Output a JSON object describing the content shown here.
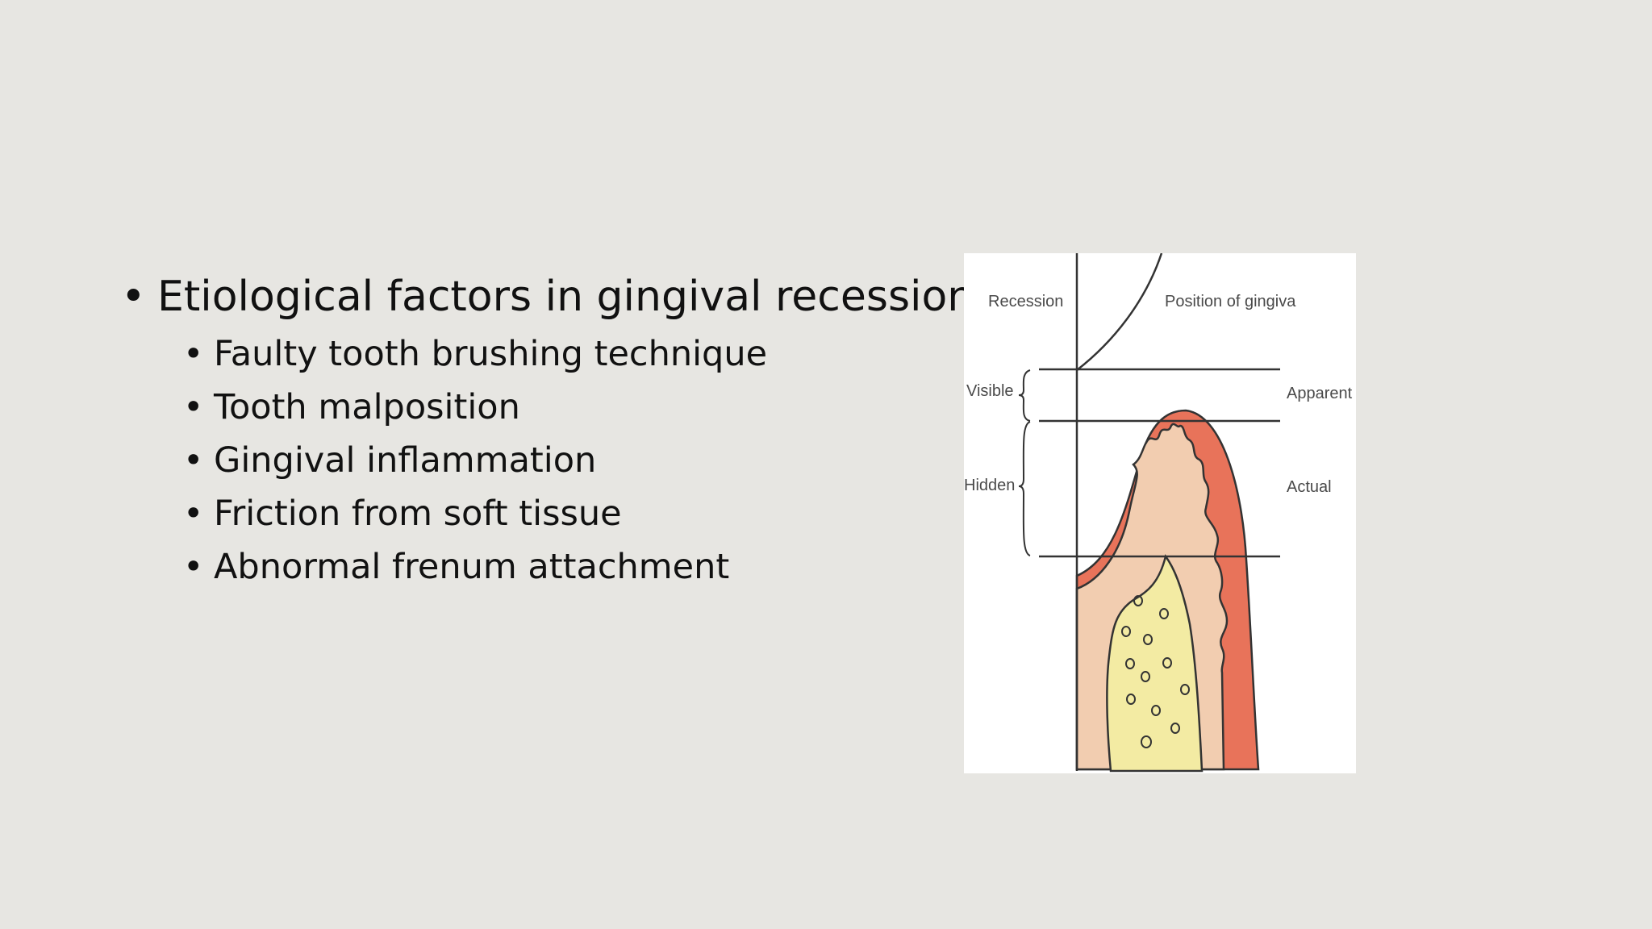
{
  "slide": {
    "main_bullet": "Etiological factors in gingival recession:",
    "sub_bullets": [
      "Faulty tooth brushing technique",
      "Tooth malposition",
      "Gingival inflammation",
      "Friction from soft tissue",
      "Abnormal frenum attachment"
    ],
    "bullet_glyph": "•"
  },
  "figure": {
    "labels": {
      "recession": "Recession",
      "position_of_gingiva": "Position of gingiva",
      "visible": "Visible",
      "apparent": "Apparent",
      "hidden": "Hidden",
      "actual": "Actual"
    },
    "colors": {
      "gingiva_outer": "#e8735a",
      "tooth_tissue": "#f2cdb0",
      "bone": "#f3eba3",
      "outline": "#333333"
    }
  },
  "colors": {
    "background": "#e7e6e2",
    "text": "#111111"
  }
}
